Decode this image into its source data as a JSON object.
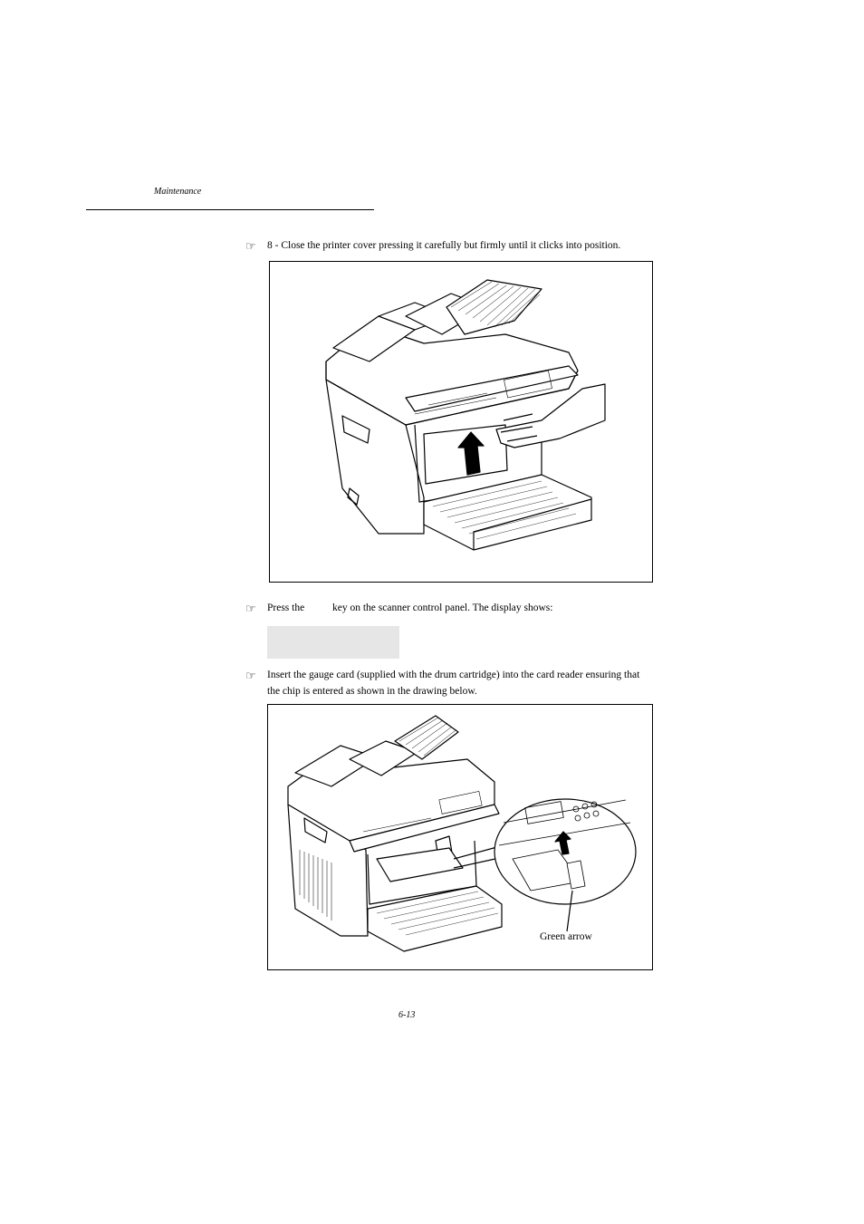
{
  "header": {
    "section_title": "Maintenance"
  },
  "steps": [
    {
      "bullet": "☞",
      "text": "8 - Close the printer cover pressing it carefully but firmly until it clicks into position."
    },
    {
      "bullet": "☞",
      "text_before": "Press the",
      "text_after": "key on the scanner control panel. The display shows:"
    },
    {
      "bullet": "☞",
      "line1": "Insert the gauge card (supplied with the drum cartridge) into the card reader ensuring that",
      "line2": "the chip is entered as shown in the drawing below."
    }
  ],
  "figure2": {
    "caption": "Green arrow"
  },
  "footer": {
    "page_number": "6-13"
  }
}
